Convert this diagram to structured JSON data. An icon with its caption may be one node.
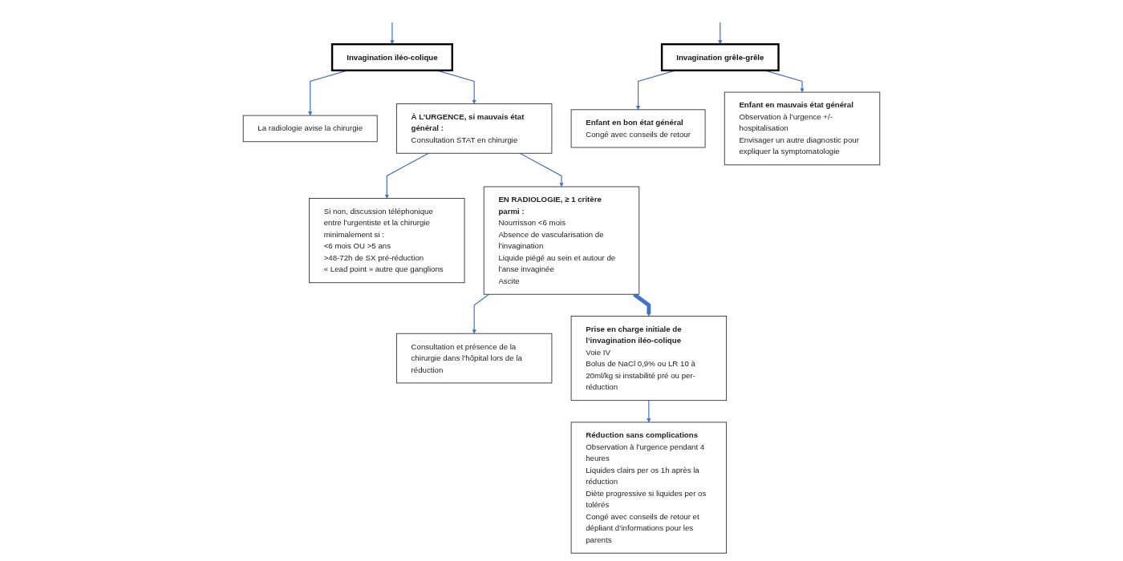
{
  "diagram": {
    "nodes": [
      {
        "text": [
          "Invagination iléo-colique"
        ]
      },
      {
        "text": [
          "La radiologie avise la chirurgie"
        ]
      },
      {
        "text": [
          "Invagination grêle-grêle"
        ]
      },
      {
        "text": [
          "À L’URGENCE, si mauvais état général :",
          "Consultation STAT en chirurgie"
        ]
      },
      {
        "text": [
          "Si non, discussion téléphonique entre l’urgentiste et la chirurgie minimalement si :",
          "<6 mois OU >5 ans",
          ">48-72h de SX pré-réduction",
          "« Lead point » autre que ganglions"
        ]
      },
      {
        "text": [
          "Enfant en bon état général",
          "Congé avec conseils de retour"
        ]
      },
      {
        "text": [
          "EN RADIOLOGIE, ≥ 1 critère parmi :",
          "Nourrisson <6 mois",
          "Absence de vascularisation de l’invagination",
          "Liquide piégé au sein et autour de l’anse invaginée",
          "Ascite"
        ]
      },
      {
        "text": [
          "Enfant en mauvais état général",
          "Observation à l’urgence +/- hospitalisation",
          "Envisager un autre diagnostic pour expliquer la symptomatologie"
        ]
      },
      {
        "text": [
          "Consultation et présence de la chirurgie dans l’hôpital lors de la réduction"
        ]
      },
      {
        "text": [
          "Réduction sans complications",
          "Observation à l’urgence pendant 4 heures",
          "Liquides clairs per os 1h après la réduction",
          "Diète progressive si liquides per os tolérés",
          "Congé avec conseils de retour et dépliant d’informations pour les parents"
        ]
      },
      {
        "text": [
          "Prise en charge initiale de l’invagination iléo-colique",
          "Voie IV",
          "Bolus de NaCl 0,9% ou LR 10 à 20ml/kg si instabilité pré ou per-réduction"
        ]
      }
    ],
    "edges": [
      {
        "from": null,
        "to": 0,
        "arrow": "to"
      },
      {
        "from": null,
        "to": 2,
        "arrow": "to"
      },
      {
        "from": 0,
        "to": 1,
        "arrow": "to"
      },
      {
        "from": 0,
        "to": 3,
        "arrow": "to"
      },
      {
        "from": 2,
        "to": 5,
        "arrow": "to"
      },
      {
        "from": 2,
        "to": 7,
        "arrow": "to"
      },
      {
        "from": 3,
        "to": 4,
        "arrow": "to"
      },
      {
        "from": 3,
        "to": 6,
        "arrow": "to"
      },
      {
        "from": 6,
        "to": 8,
        "arrow": "to"
      },
      {
        "from": 6,
        "to": 10,
        "arrow": "to",
        "style": "thick"
      },
      {
        "from": 10,
        "to": 9,
        "arrow": "to"
      }
    ]
  }
}
